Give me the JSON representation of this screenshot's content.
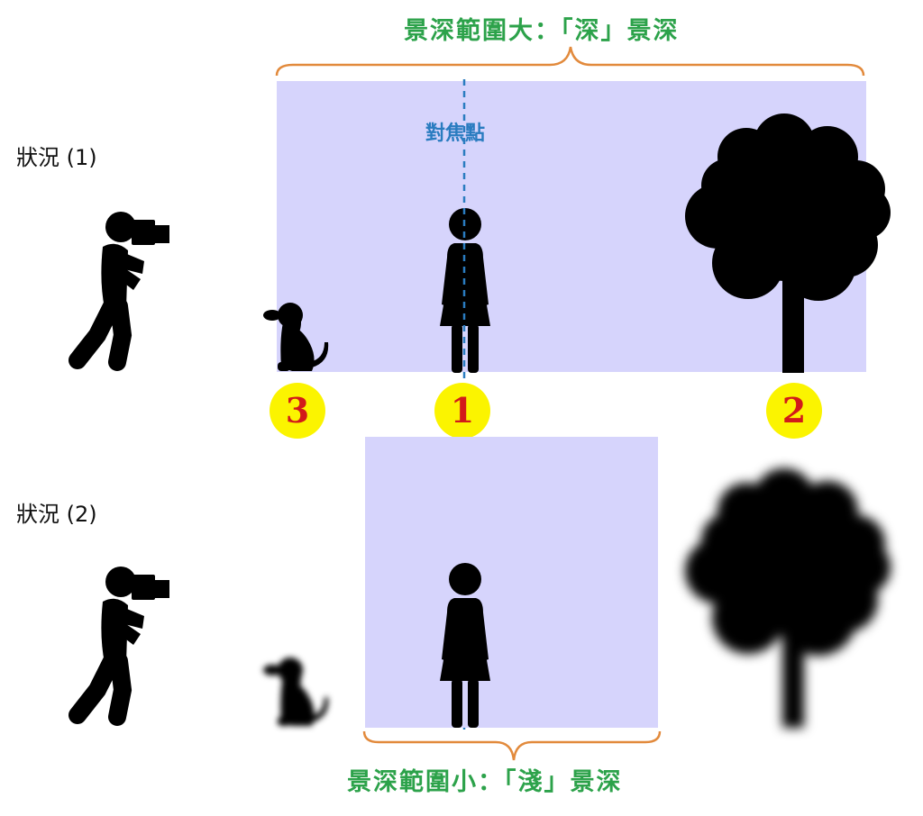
{
  "deep_dof_label": "景深範圍大：「深」景深",
  "shallow_dof_label": "景深範圍小：「淺」景深",
  "situation_1": "狀況 (1)",
  "situation_2": "狀況 (2)",
  "focus_point_label": "對焦點",
  "badges": [
    "3",
    "1",
    "2"
  ],
  "colors": {
    "zone": "#d6d4fc",
    "title": "#2ca24a",
    "brace": "#e28a3c",
    "focus_line": "#2a7cc0",
    "badge_fill": "#fbf400",
    "badge_text": "#d21a1a"
  },
  "icons": [
    "photographer-icon",
    "dog-icon",
    "person-icon",
    "tree-icon"
  ]
}
